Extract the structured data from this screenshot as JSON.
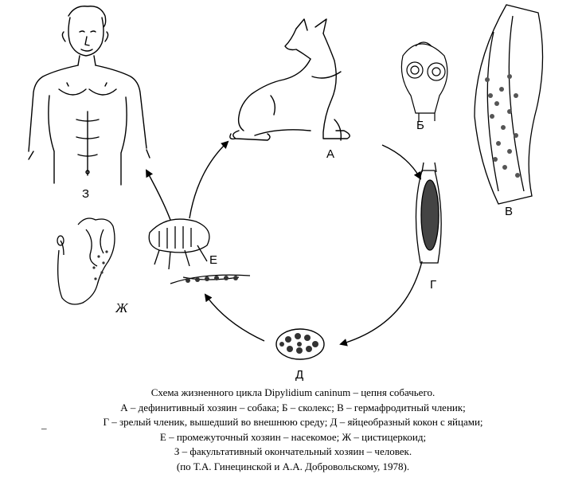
{
  "labels": {
    "a": "А",
    "b": "Б",
    "v": "В",
    "g": "Г",
    "d": "Д",
    "e": "Е",
    "zh": "Ж",
    "z": "З"
  },
  "caption": {
    "line1": "Схема жизненного цикла Dipylidium caninum – цепня собачьего.",
    "line2": "А – дефинитивный хозяин – собака; Б – сколекс; В – гермафродитный членик;",
    "line3": "Г – зрелый членик, вышедший во внешнюю среду; Д – яйцеобразный кокон с яйцами;",
    "line4": "Е – промежуточный хозяин – насекомое; Ж – цистицеркоид;",
    "line5": "З – факультативный окончательный хозяин – человек.",
    "line6": "(по Т.А. Гинецинской и А.А. Добровольскому, 1978).",
    "dash": "_"
  }
}
